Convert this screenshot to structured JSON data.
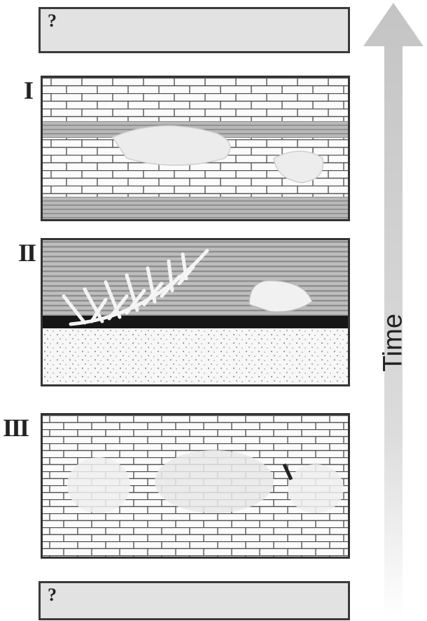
{
  "layers": {
    "top": {
      "label": "?"
    },
    "layer1": {
      "label": "I"
    },
    "layer2": {
      "label": "II"
    },
    "layer3": {
      "label": "III"
    },
    "bottom": {
      "label": "?"
    }
  },
  "arrow": {
    "label": "Time",
    "direction": "up",
    "color": "#d4d4d4"
  }
}
